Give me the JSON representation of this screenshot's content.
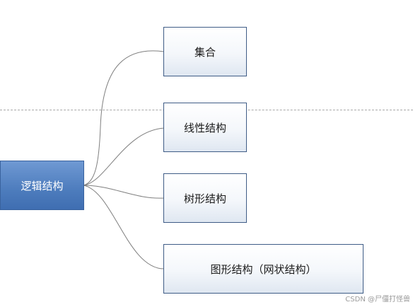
{
  "diagram": {
    "root": {
      "label": "逻辑结构"
    },
    "children": [
      {
        "label": "集合"
      },
      {
        "label": "线性结构"
      },
      {
        "label": "树形结构"
      },
      {
        "label": "图形结构（网状结构）"
      }
    ]
  },
  "watermark": "CSDN @尸僵打怪兽",
  "colors": {
    "root_fill": "#4f7ec0",
    "child_border": "#3f5c86",
    "connector": "#7f7f7f",
    "divider": "#a8a8a8"
  }
}
